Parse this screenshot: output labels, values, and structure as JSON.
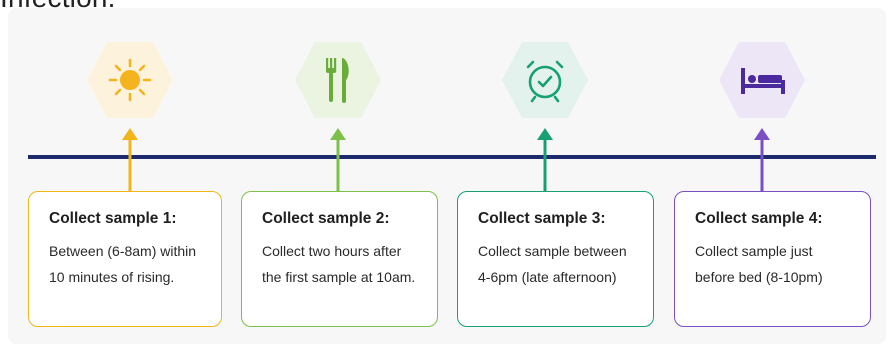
{
  "header_fragment": "Infection.",
  "colors": {
    "timeline": "#1d2a6b",
    "step1": "#f2b519",
    "step2": "#7cc14a",
    "step3": "#17a071",
    "step4": "#7a4fc4"
  },
  "steps": [
    {
      "icon": "sun-icon",
      "title": "Collect sample 1:",
      "body": "Between (6-8am) within 10 minutes of rising."
    },
    {
      "icon": "fork-knife-icon",
      "title": "Collect sample 2:",
      "body": "Collect two hours after the first sample at 10am."
    },
    {
      "icon": "alarm-clock-icon",
      "title": "Collect sample 3:",
      "body": "Collect sample between 4-6pm (late afternoon)"
    },
    {
      "icon": "bed-icon",
      "title": "Collect sample 4:",
      "body": "Collect sample just before bed (8-10pm)"
    }
  ]
}
